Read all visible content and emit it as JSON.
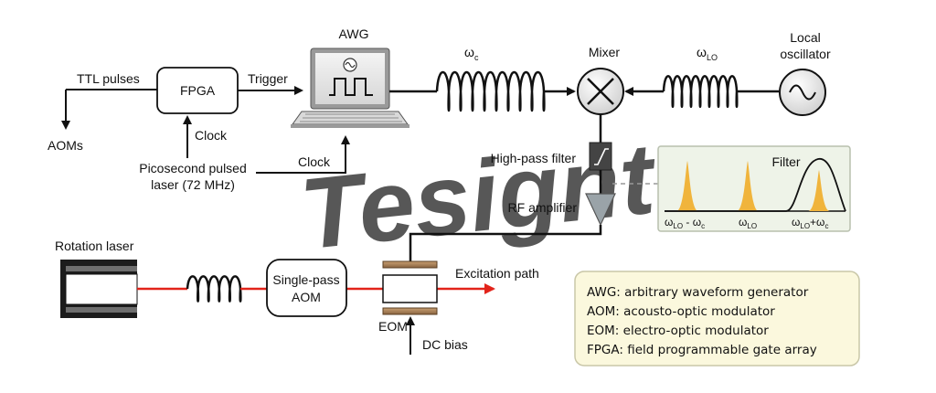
{
  "labels": {
    "ttl_pulses": "TTL pulses",
    "aoms": "AOMs",
    "fpga": "FPGA",
    "trigger": "Trigger",
    "awg": "AWG",
    "clock_fpga": "Clock",
    "clock_awg": "Clock",
    "laser_line1": "Picosecond pulsed",
    "laser_line2": "laser (72 MHz)",
    "omega_c": "ω",
    "omega_c_sub": "c",
    "mixer": "Mixer",
    "omega_lo": "ω",
    "omega_lo_sub": "LO",
    "local_osc_line1": "Local",
    "local_osc_line2": "oscillator",
    "highpass": "High-pass filter",
    "rf_amp": "RF amplifier",
    "rotation_laser": "Rotation laser",
    "aom_line1": "Single-pass",
    "aom_line2": "AOM",
    "eom": "EOM",
    "dc_bias": "DC bias",
    "excitation": "Excitation path"
  },
  "filter_inset": {
    "title": "Filter",
    "peak1": "ω",
    "peak1_sub": "LO",
    "peak1_mid": " - ω",
    "peak1_sub2": "c",
    "peak2": "ω",
    "peak2_sub": "LO",
    "peak3": "ω",
    "peak3_sub": "LO",
    "peak3_mid": "+ω",
    "peak3_sub2": "c"
  },
  "legend": [
    "AWG: arbitrary waveform generator",
    "AOM: acousto-optic modulator",
    "EOM: electro-optic modulator",
    "FPGA: field programmable gate array"
  ],
  "watermark": "Tesignt",
  "colors": {
    "laser_beam": "#e2231a",
    "peak_fill": "#f0b43c",
    "legend_bg": "#fbf8dd",
    "inset_bg": "#eef3e8"
  }
}
